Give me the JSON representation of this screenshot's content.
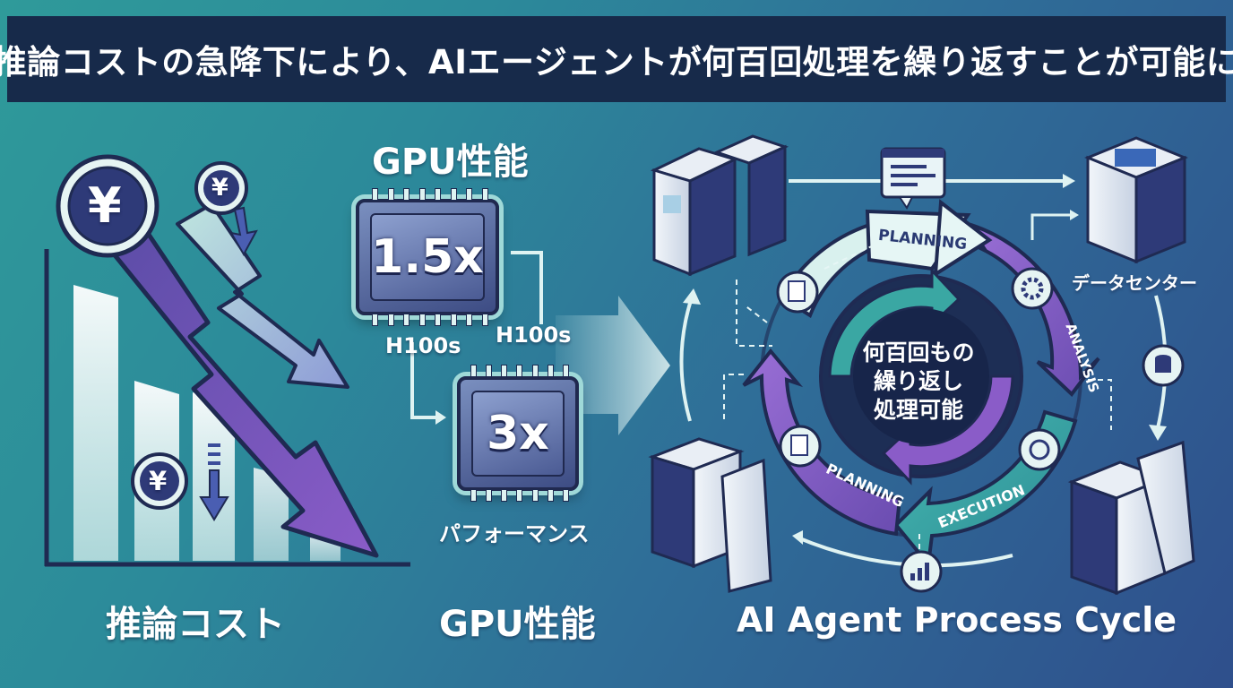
{
  "banner": {
    "title": "推論コストの急降下により、AIエージェントが何百回処理を繰り返すことが可能に"
  },
  "cost_panel": {
    "yen_big": "¥",
    "yen_small_top": "¥",
    "yen_small_bottom": "¥",
    "caption": "推論コスト"
  },
  "gpu_panel": {
    "top_title": "GPU性能",
    "chip1_value": "1.5x",
    "chip1_label": "H100s",
    "chip2_label": "H100s",
    "chip2_value": "3x",
    "performance_label": "パフォーマンス",
    "caption": "GPU性能"
  },
  "cycle_panel": {
    "stage_top": "PLANNING",
    "stage_right": "ANALYSIS",
    "stage_bottom_right": "EXECUTION",
    "stage_bottom_left": "PLANNING",
    "datacenter_label": "データセンター",
    "center_lines": [
      "何百回もの",
      "繰り返し",
      "処理可能"
    ],
    "caption": "AI Agent Process Cycle"
  },
  "colors": {
    "banner": "#172a4a",
    "purple": "#7a5cc0",
    "teal": "#3aa7a3",
    "navy": "#20294f"
  }
}
